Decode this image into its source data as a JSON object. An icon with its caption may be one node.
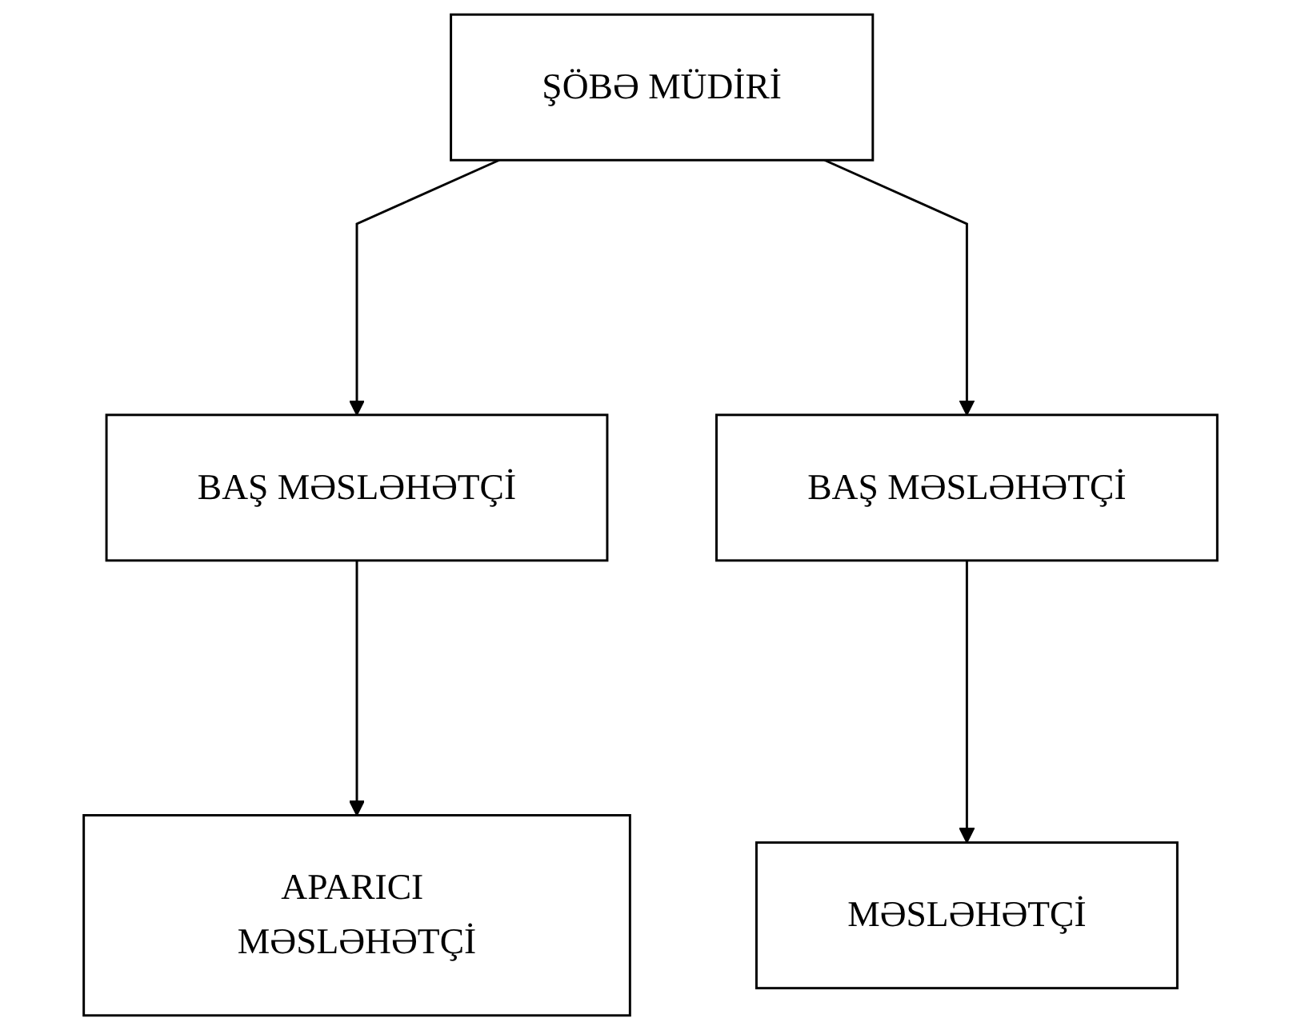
{
  "diagram": {
    "nodes": [
      {
        "text": [
          "ŞÖBƏ MÜDİRİ"
        ]
      },
      {
        "text": [
          "BAŞ MƏSLƏHƏTÇİ"
        ]
      },
      {
        "text": [
          "BAŞ MƏSLƏHƏTÇİ"
        ]
      },
      {
        "text": [
          "APARICI MƏSLƏHƏTÇİ"
        ]
      },
      {
        "text": [
          "MƏSLƏHƏTÇİ"
        ]
      }
    ],
    "edges": [
      {
        "from": 0,
        "to": 1,
        "arrow": "to"
      },
      {
        "from": 0,
        "to": 2,
        "arrow": "to"
      },
      {
        "from": 1,
        "to": 3,
        "arrow": "to"
      },
      {
        "from": 2,
        "to": 4,
        "arrow": "to"
      }
    ]
  }
}
